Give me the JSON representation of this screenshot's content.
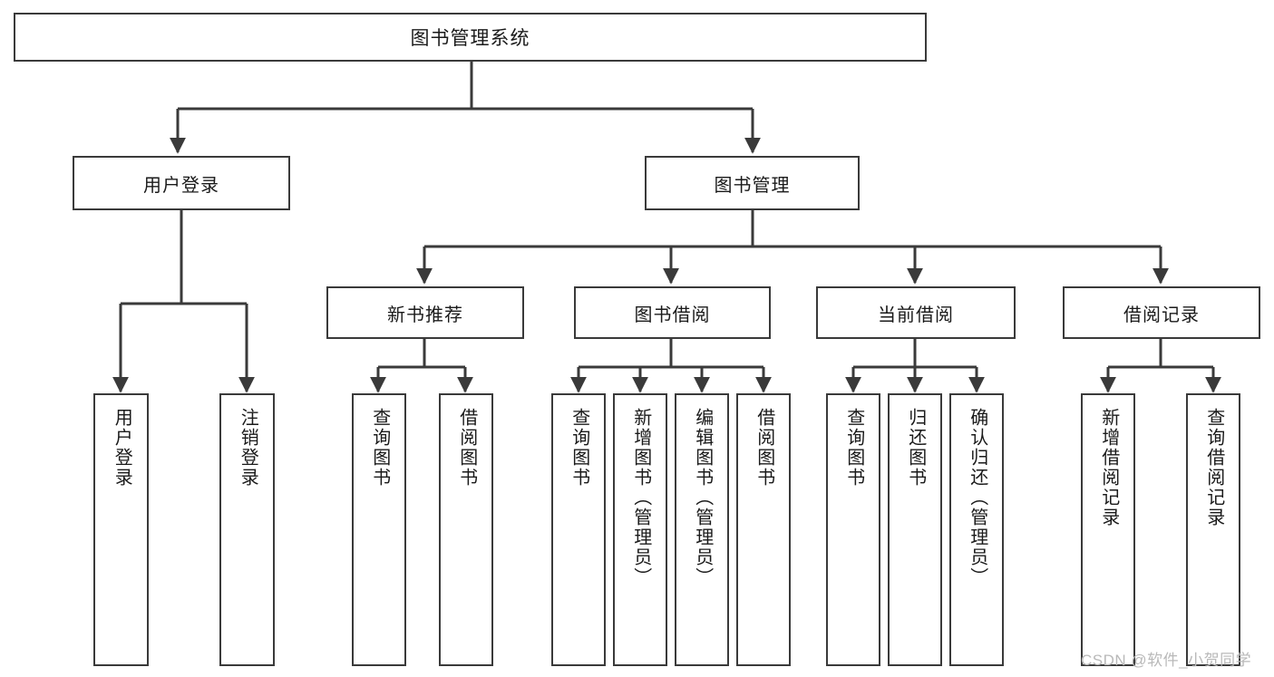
{
  "diagram": {
    "title": "图书管理系统",
    "watermark": "CSDN @软件_小贺同学",
    "colors": {
      "background": "#ffffff",
      "border": "#3a3a3a",
      "text": "#1a1a1a",
      "edge": "#3a3a3a",
      "watermark": "#b9b9b9"
    },
    "root": {
      "label": "图书管理系统"
    },
    "level1": [
      {
        "label": "用户登录"
      },
      {
        "label": "图书管理"
      }
    ],
    "level2": [
      {
        "label": "新书推荐"
      },
      {
        "label": "图书借阅"
      },
      {
        "label": "当前借阅"
      },
      {
        "label": "借阅记录"
      }
    ],
    "leaves": {
      "user_login": [
        {
          "label": "用户登录"
        },
        {
          "label": "注销登录"
        }
      ],
      "new_book_recommend": [
        {
          "label": "查询图书"
        },
        {
          "label": "借阅图书"
        }
      ],
      "book_borrow": [
        {
          "label": "查询图书"
        },
        {
          "label": "新增图书（管理员）"
        },
        {
          "label": "编辑图书（管理员）"
        },
        {
          "label": "借阅图书"
        }
      ],
      "current_borrow": [
        {
          "label": "查询图书"
        },
        {
          "label": "归还图书"
        },
        {
          "label": "确认归还（管理员）"
        }
      ],
      "borrow_record": [
        {
          "label": "新增借阅记录"
        },
        {
          "label": "查询借阅记录"
        }
      ]
    }
  }
}
